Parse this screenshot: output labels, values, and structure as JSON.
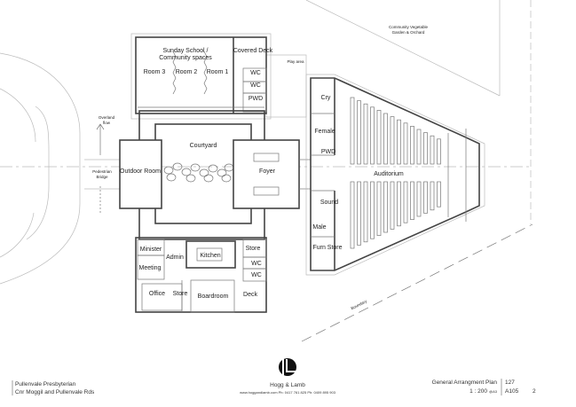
{
  "site": {
    "garden": [
      "Community Vegetable",
      "Garden & Orchard"
    ],
    "play_area": "Play area",
    "overland_flow": [
      "Overland",
      "flow"
    ],
    "pedestrian_bridge": [
      "Pedestrian",
      "Bridge"
    ],
    "boundary": "Boundary"
  },
  "rooms": {
    "sunday_school": [
      "Sunday School /",
      "Community spaces"
    ],
    "room3": "Room 3",
    "room2": "Room 2",
    "room1": "Room 1",
    "covered_deck": "Covered Deck",
    "wc": "WC",
    "pwd": "PWD",
    "courtyard": "Courtyard",
    "outdoor_room": "Outdoor Room",
    "foyer": "Foyer",
    "minister": "Minister",
    "admin": "Admin",
    "kitchen": "Kitchen",
    "store": "Store",
    "meeting": "Meeting",
    "office": "Office",
    "boardroom": "Boardroom",
    "deck": "Deck",
    "cry": "Cry",
    "female": "Female",
    "sound": "Sound",
    "male": "Male",
    "furn_store": "Furn Store",
    "auditorium": "Auditorium"
  },
  "title_block": {
    "project": "Pullenvale Presbyterian",
    "address": "Cnr Moggil and Pullenvale Rds",
    "firm": "Hogg & Lamb",
    "contact": "www.hoggandlamb.com Ph: 0417 761 825 Ph: 0409 895 903",
    "drawing_title": "General Arrangment Plan",
    "scale": "1 : 200",
    "paper": "@A3",
    "job_no": "127",
    "sheet": "A105",
    "revision": "2"
  }
}
